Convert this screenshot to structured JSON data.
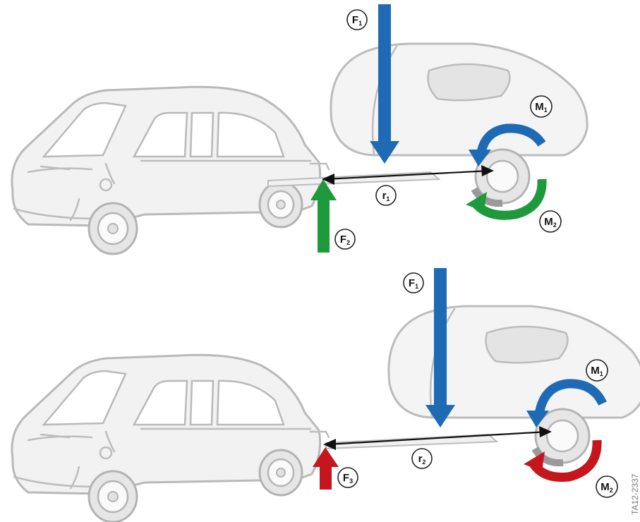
{
  "colors": {
    "force_f1": "#1f6ab5",
    "force_f2": "#1e9a3d",
    "force_f3": "#c5161d",
    "moment_m1": "#1f6ab5",
    "moment_m2_top": "#1e9a3d",
    "moment_m2_bottom": "#c5161d",
    "dimension_line": "#111111",
    "vehicle_outline": "#b9b9b9"
  },
  "top_scene": {
    "f1": {
      "letter": "F",
      "sub": "1"
    },
    "f2": {
      "letter": "F",
      "sub": "2"
    },
    "r": {
      "letter": "r",
      "sub": "1"
    },
    "m1": {
      "letter": "M",
      "sub": "1"
    },
    "m2": {
      "letter": "M",
      "sub": "2"
    }
  },
  "bottom_scene": {
    "f1": {
      "letter": "F",
      "sub": "1"
    },
    "f3": {
      "letter": "F",
      "sub": "3"
    },
    "r": {
      "letter": "r",
      "sub": "2"
    },
    "m1": {
      "letter": "M",
      "sub": "1"
    },
    "m2": {
      "letter": "M",
      "sub": "2"
    }
  },
  "image_code": "TA12-2337"
}
